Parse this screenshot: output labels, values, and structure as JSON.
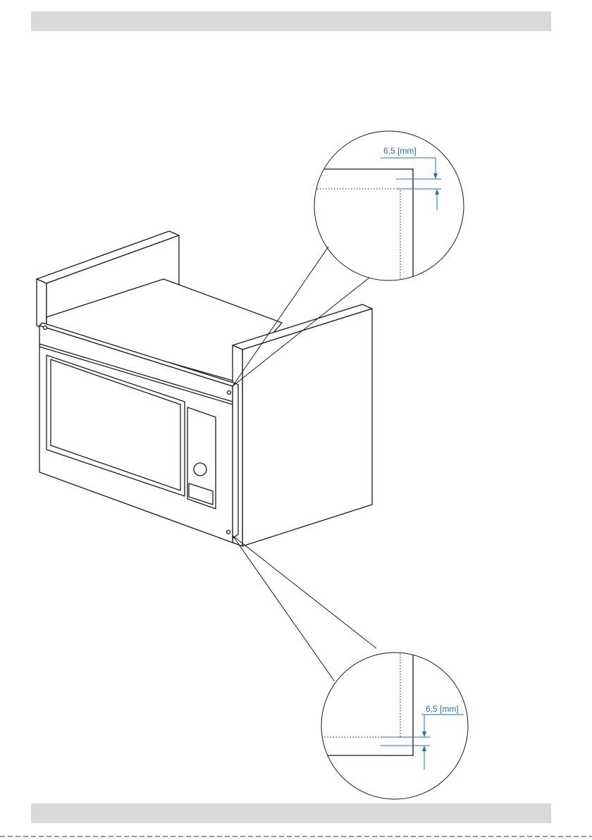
{
  "header_bar": {
    "color": "#d9d9d9"
  },
  "footer_bar": {
    "color": "#d9d9d9"
  },
  "figure": {
    "subject": "built-in microwave oven in cabinet with gap detail callouts",
    "dimension_color": "#2a6fa8",
    "callout_top": {
      "label": "6,5 [mm]"
    },
    "callout_bottom": {
      "label": "6,5 [mm]"
    }
  }
}
